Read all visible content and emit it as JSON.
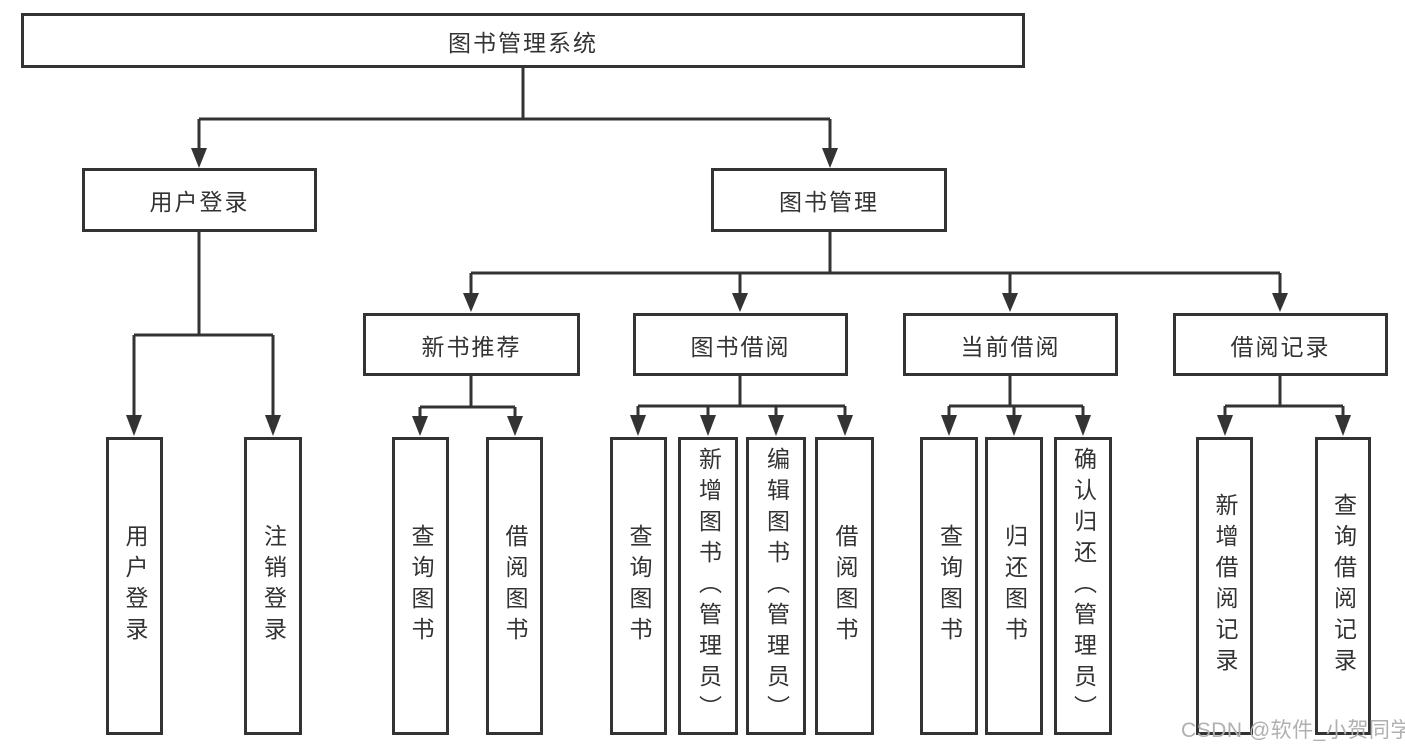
{
  "colors": {
    "line": "#333333",
    "text": "#333333",
    "watermark": "#b0b0b0"
  },
  "watermark": {
    "text": "CSDN @软件_小贺同学"
  },
  "chart_type": "hierarchy-diagram",
  "tree": {
    "label": "图书管理系统",
    "children": [
      {
        "label": "用户登录",
        "children": [
          {
            "label": "用户登录"
          },
          {
            "label": "注销登录"
          }
        ]
      },
      {
        "label": "图书管理",
        "children": [
          {
            "label": "新书推荐",
            "children": [
              {
                "label": "查询图书"
              },
              {
                "label": "借阅图书"
              }
            ]
          },
          {
            "label": "图书借阅",
            "children": [
              {
                "label": "查询图书"
              },
              {
                "label": "新增图书（管理员）"
              },
              {
                "label": "编辑图书（管理员）"
              },
              {
                "label": "借阅图书"
              }
            ]
          },
          {
            "label": "当前借阅",
            "children": [
              {
                "label": "查询图书"
              },
              {
                "label": "归还图书"
              },
              {
                "label": "确认归还（管理员）"
              }
            ]
          },
          {
            "label": "借阅记录",
            "children": [
              {
                "label": "新增借阅记录"
              },
              {
                "label": "查询借阅记录"
              }
            ]
          }
        ]
      }
    ]
  }
}
